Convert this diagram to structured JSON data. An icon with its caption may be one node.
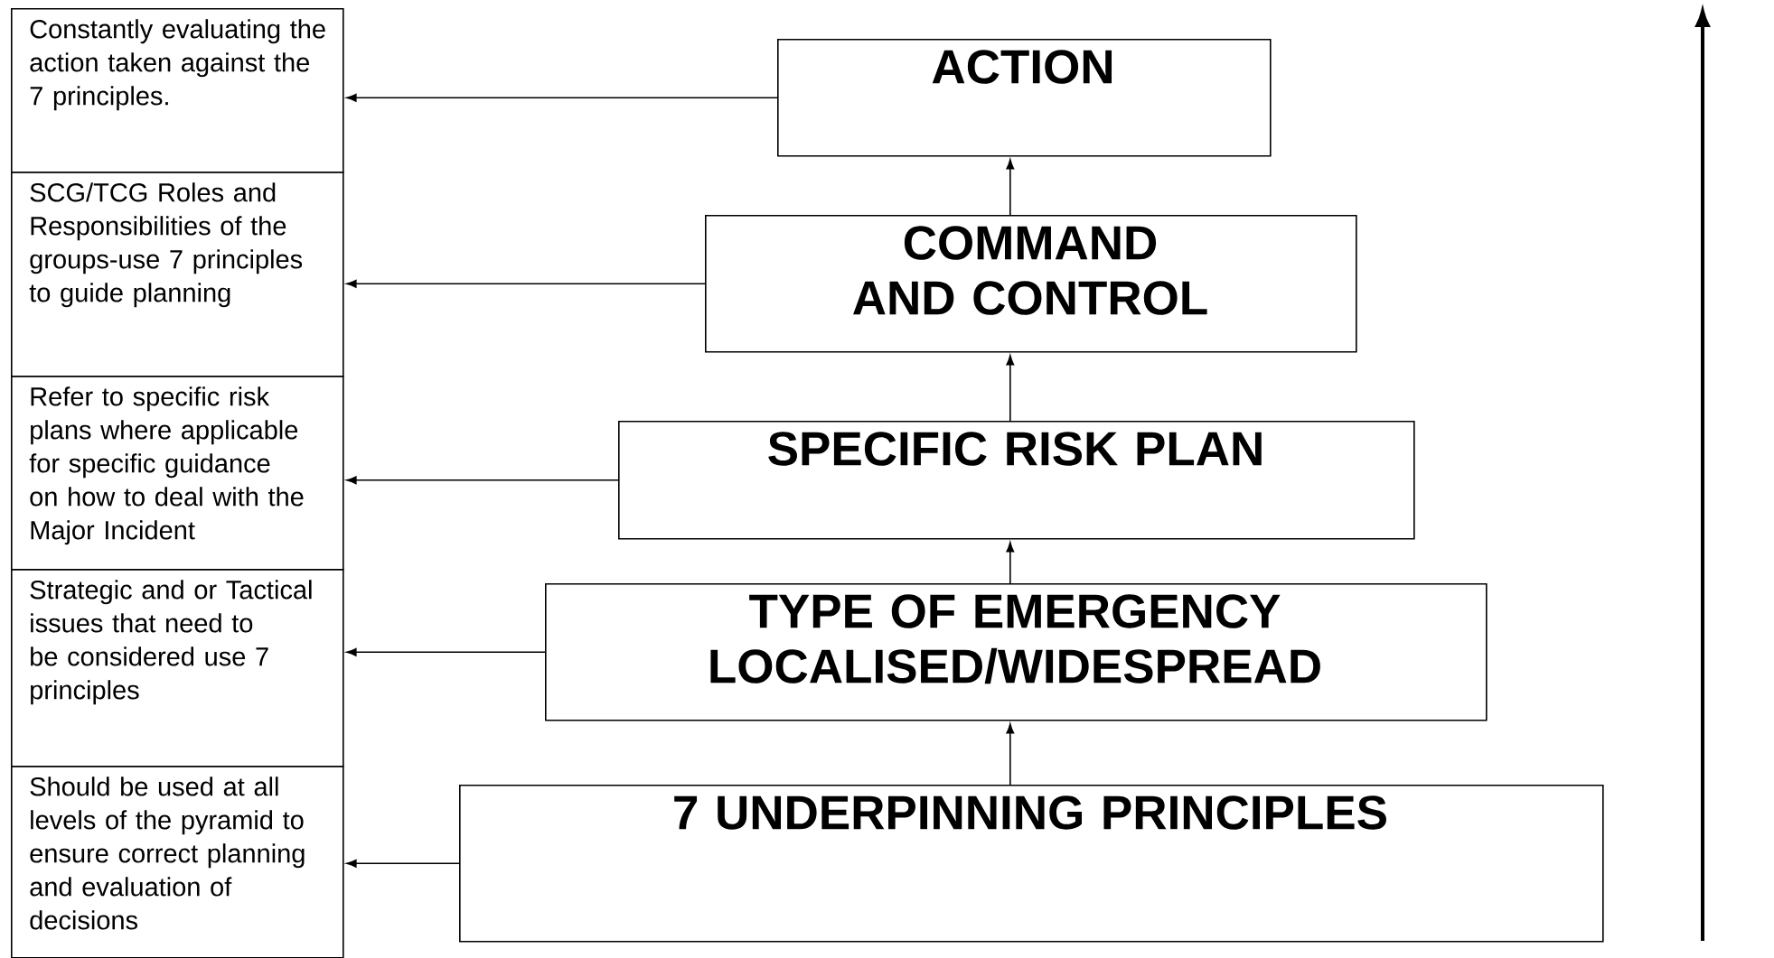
{
  "diagram": {
    "nodes": [
      {
        "text": [
          "Constantly evaluating the action taken against the 7 principles."
        ]
      },
      {
        "text": [
          "SCG/TCG Roles and Responsibilities of the groups-use 7 principles to guide planning"
        ]
      },
      {
        "text": [
          "Refer to specific risk plans where applicable for specific guidance on how to deal with the Major Incident"
        ]
      },
      {
        "text": [
          "Strategic and or Tactical issues that need to be considered use 7 principles"
        ]
      },
      {
        "text": [
          "Should be used at all levels of the pyramid to ensure correct planning and evaluation of decisions"
        ]
      },
      {
        "text": [
          "ACTION"
        ]
      },
      {
        "text": [
          "COMMAND AND CONTROL"
        ]
      },
      {
        "text": [
          "SPECIFIC RISK PLAN"
        ]
      },
      {
        "text": [
          "TYPE OF EMERGENCY LOCALISED/WIDESPREAD"
        ]
      },
      {
        "text": [
          "7 UNDERPINNING PRINCIPLES"
        ]
      }
    ],
    "edges": [
      {
        "from": 5,
        "to": 0,
        "arrow": "to"
      },
      {
        "from": 6,
        "to": 1,
        "arrow": "to"
      },
      {
        "from": 7,
        "to": 2,
        "arrow": "to"
      },
      {
        "from": 8,
        "to": 3,
        "arrow": "to"
      },
      {
        "from": 9,
        "to": 4,
        "arrow": "to"
      },
      {
        "from": 9,
        "to": 8,
        "arrow": "to"
      },
      {
        "from": 8,
        "to": 7,
        "arrow": "to"
      },
      {
        "from": 7,
        "to": 6,
        "arrow": "to"
      },
      {
        "from": 6,
        "to": 5,
        "arrow": "to"
      }
    ]
  }
}
